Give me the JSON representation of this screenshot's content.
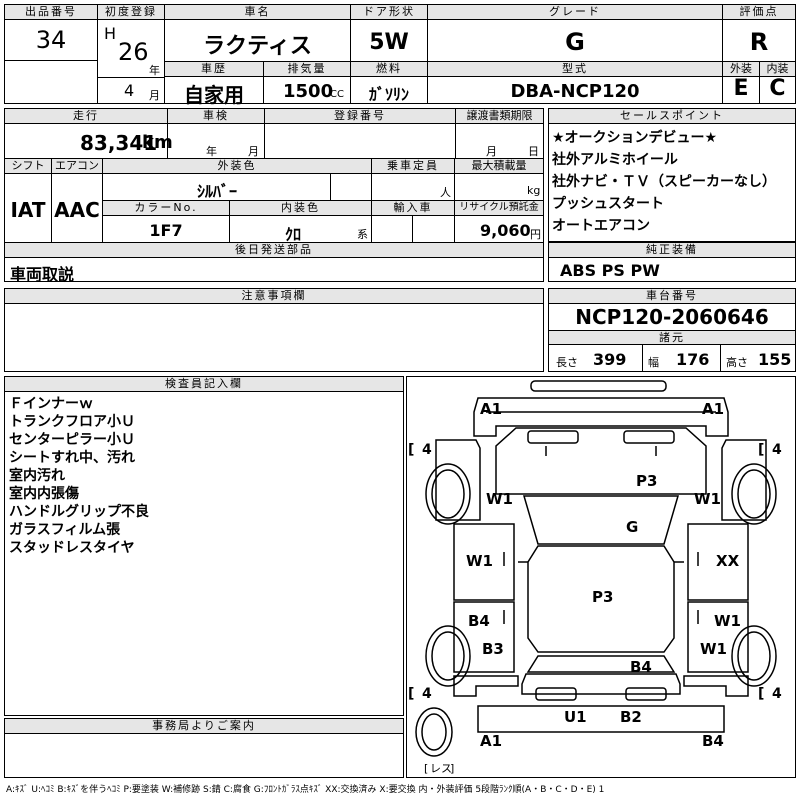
{
  "header": {
    "lot_no_label": "出品番号",
    "lot_no": "34",
    "first_reg_label": "初度登録",
    "era": "H",
    "year": "26",
    "year_unit": "年",
    "month": "4",
    "month_unit": "月",
    "car_name_label": "車名",
    "car_name": "ラクティス",
    "door_label": "ドア形状",
    "door": "5W",
    "grade_label": "グレード",
    "grade": "G",
    "score_label": "評価点",
    "score": "R",
    "history_label": "車歴",
    "history": "自家用",
    "displacement_label": "排気量",
    "displacement": "1500",
    "displacement_unit": "CC",
    "fuel_label": "燃料",
    "fuel": "ｶﾞｿﾘﾝ",
    "model_label": "型式",
    "model": "DBA-NCP120",
    "ext_label": "外装",
    "ext": "E",
    "int_label": "内装",
    "int": "C"
  },
  "row2": {
    "mileage_label": "走行",
    "mileage": "83,341",
    "mileage_unit": "km",
    "inspection_label": "車検",
    "insp_year_unit": "年",
    "insp_month_unit": "月",
    "reg_no_label": "登録番号",
    "transfer_label": "譲渡書類期限",
    "transfer_month_unit": "月",
    "transfer_day_unit": "日",
    "shift_label": "シフト",
    "shift": "IAT",
    "ac_label": "エアコン",
    "ac": "AAC",
    "color_label": "外装色",
    "color": "ｼﾙﾊﾞｰ",
    "capacity_label": "乗車定員",
    "capacity_unit": "人",
    "load_label": "最大積載量",
    "load_unit": "kg",
    "color_no_label": "カラーNo.",
    "color_no": "1F7",
    "int_color_label": "内装色",
    "int_color": "ｸﾛ",
    "int_color_unit": "系",
    "import_label": "輸入車",
    "recycle_label": "リサイクル預託金",
    "recycle": "9,060",
    "recycle_unit": "円",
    "later_parts_label": "後日発送部品",
    "later_parts": "車両取説"
  },
  "sales_points": {
    "label": "セールスポイント",
    "items": [
      "★オークションデビュー★",
      "社外アルミホイール",
      "社外ナビ・ＴＶ（スピーカーなし）",
      "プッシュスタート",
      "オートエアコン"
    ]
  },
  "equipment": {
    "label": "純正装備",
    "value": "ABS PS PW"
  },
  "notes": {
    "label": "注意事項欄"
  },
  "chassis": {
    "label": "車台番号",
    "value": "NCP120-2060646",
    "spec_label": "諸元",
    "length_label": "長さ",
    "length": "399",
    "width_label": "幅",
    "width": "176",
    "height_label": "高さ",
    "height": "155"
  },
  "inspector": {
    "label": "検査員記入欄",
    "items": [
      "Ｆインナーｗ",
      "トランクフロア小Ｕ",
      "センターピラー小Ｕ",
      "シートすれ中、汚れ",
      "室内汚れ",
      "室内内張傷",
      "ハンドルグリップ不良",
      "ガラスフィルム張",
      "スタッドレスタイヤ"
    ]
  },
  "office": {
    "label": "事務局よりご案内"
  },
  "diagram": {
    "marks": {
      "front_left": "A1",
      "front_right": "A1",
      "rear_left": "A1",
      "rear_right": "B4",
      "fl_wheel": "W1",
      "fr_wheel": "W1",
      "left_front_door": "W1",
      "right_front_door": "XX",
      "left_rear_door": "B4",
      "right_rear_door": "W1",
      "left_rear_quarter": "B3",
      "right_rear_quarter": "W1",
      "hood": "P3",
      "windshield": "G",
      "roof": "P3",
      "trunk": "B4",
      "rear_panel_1": "U1",
      "rear_panel_2": "B2"
    },
    "tire_tread": "4",
    "spare_label": "レス"
  },
  "legend": "A:ｷｽﾞ U:ﾍｺﾐ B:ｷｽﾞを伴うﾍｺﾐ P:要塗装 W:補修跡 S:錆 C:腐食 G:ﾌﾛﾝﾄｶﾞﾗｽ点ｷｽﾞ XX:交換済み X:要交換 内・外装評価 5段階ﾗﾝｸ順(A・B・C・D・E) 1"
}
